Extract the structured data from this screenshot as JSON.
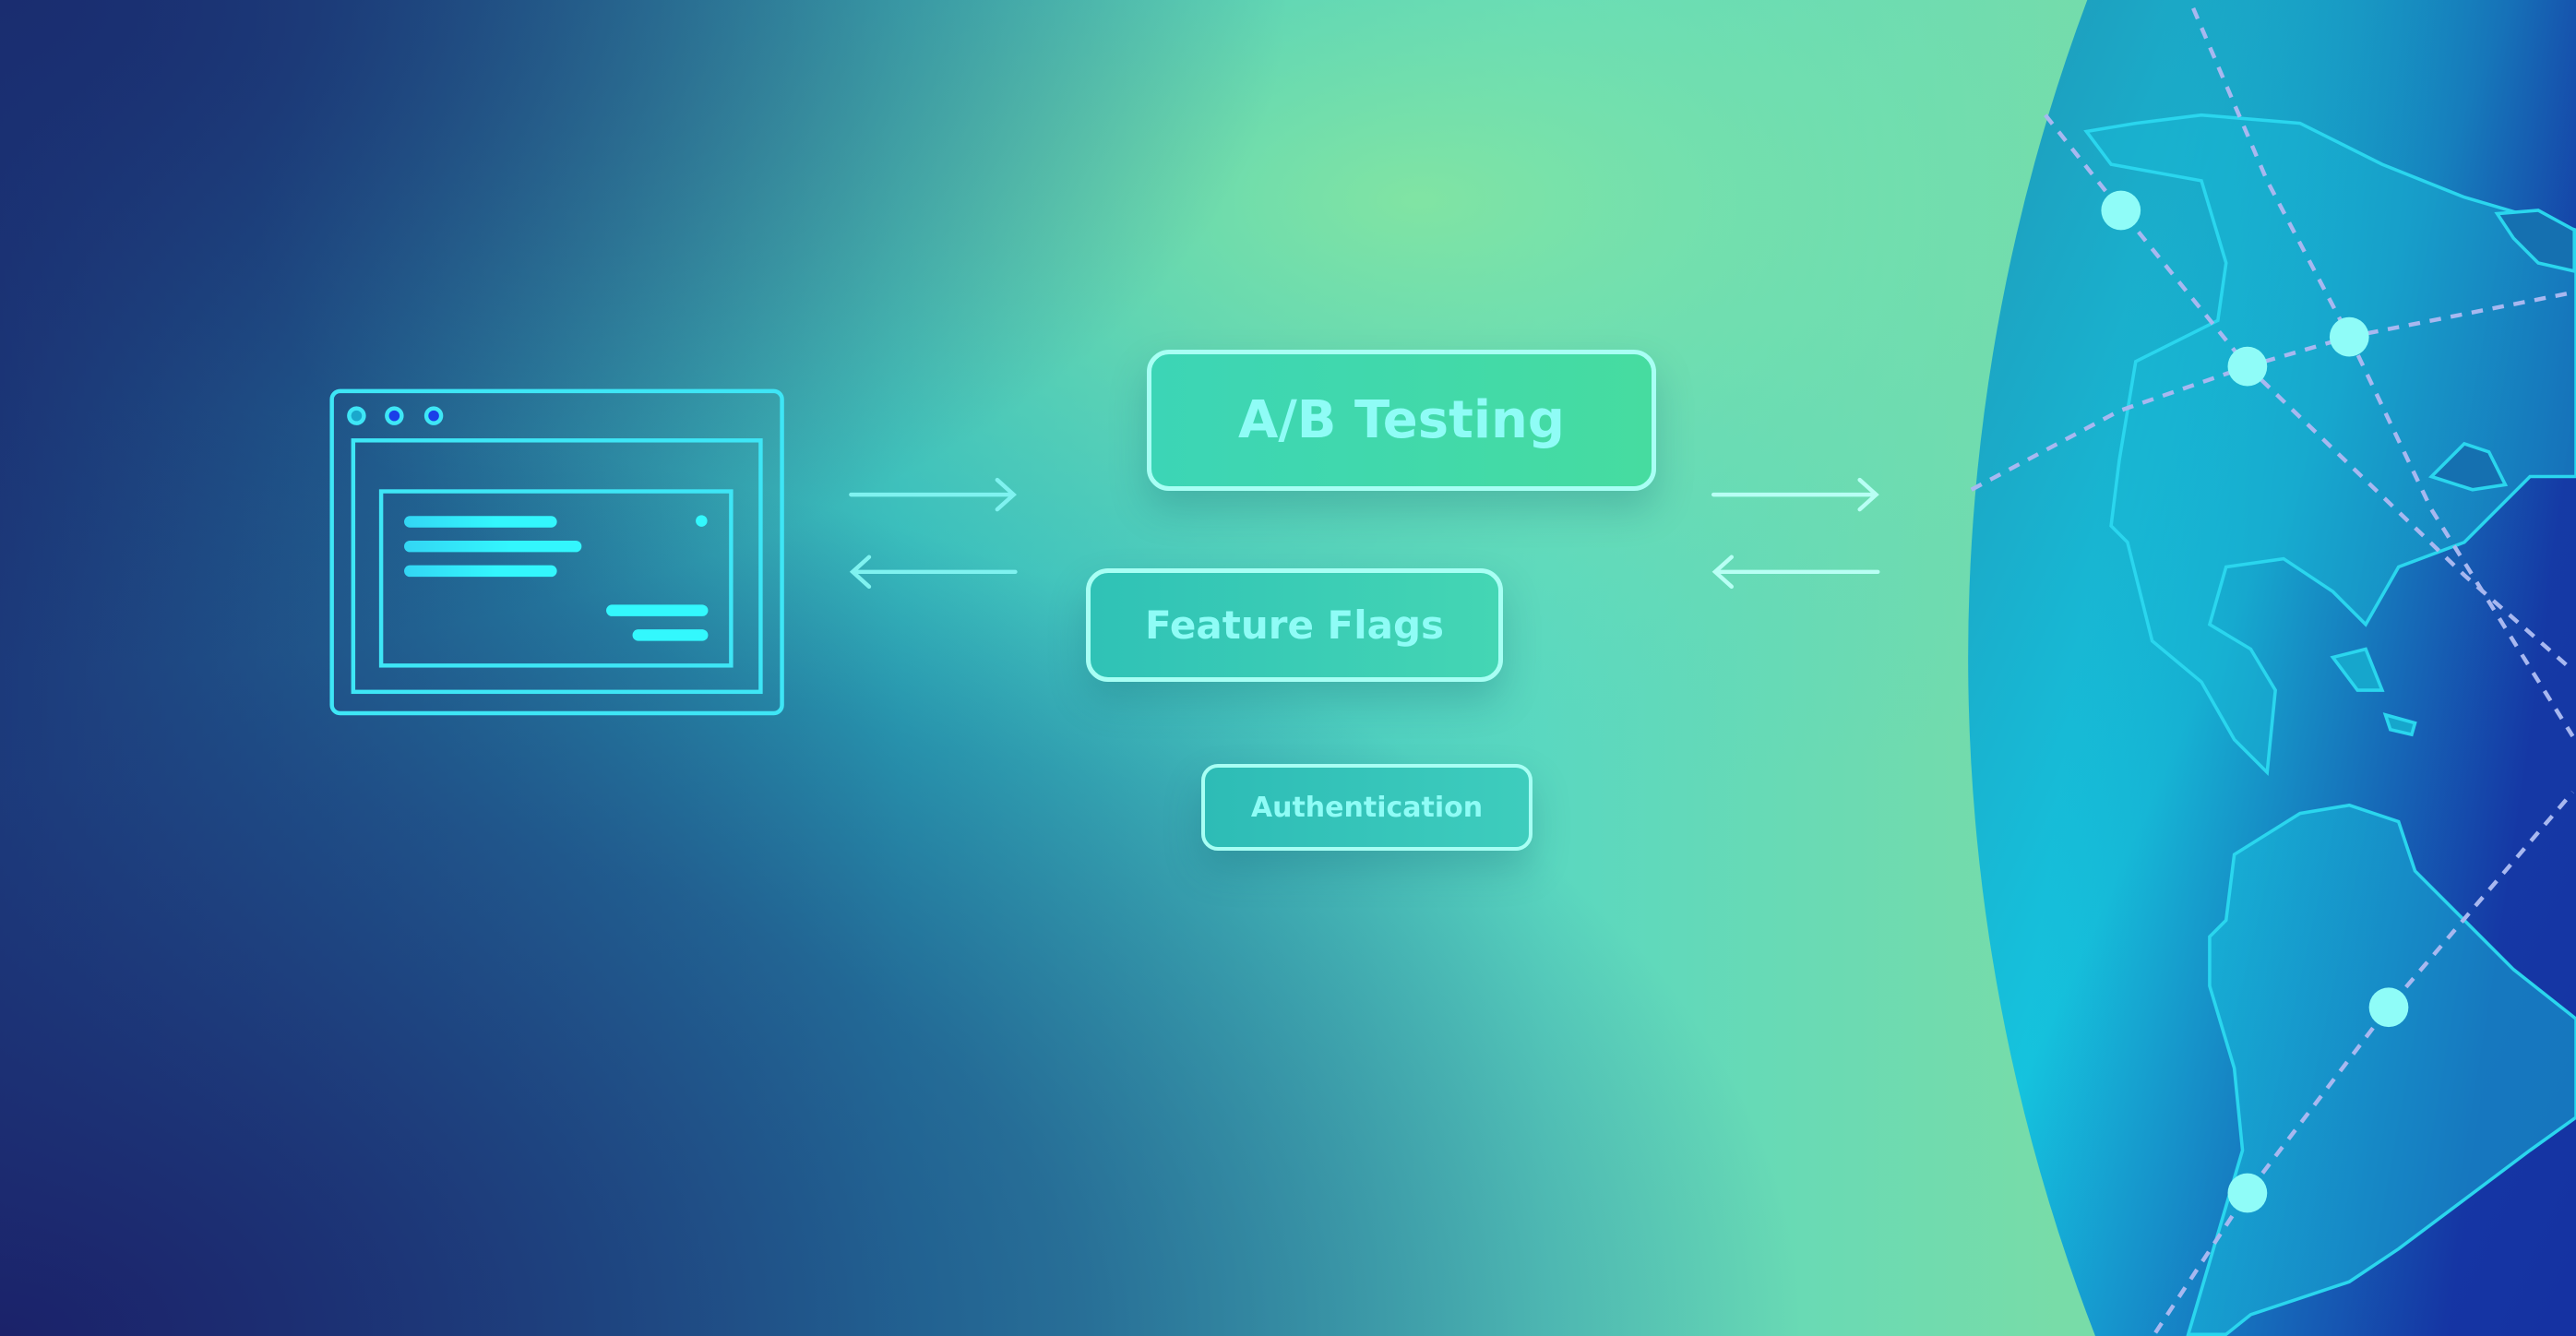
{
  "services": {
    "ab_testing": "A/B Testing",
    "feature_flags": "Feature Flags",
    "authentication": "Authentication"
  },
  "colors": {
    "accent": "#8ffcf6",
    "outline": "#a8fff4",
    "globe": "#14c4dc",
    "background_dark": "#1b2a6c",
    "background_light": "#7fe0a0"
  }
}
